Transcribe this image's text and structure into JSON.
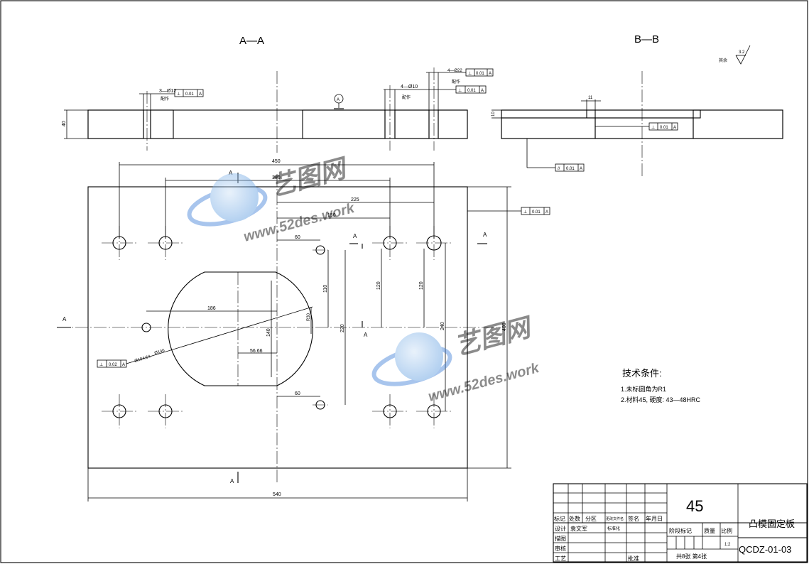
{
  "views": {
    "section_aa": "A—A",
    "section_bb": "B—B",
    "section_marker": "A"
  },
  "roughness": {
    "label": "其余",
    "value": "3.2"
  },
  "callouts": {
    "holes_12": "3—Ø12",
    "holes_10": "4—Ø10",
    "holes_top": "4—Ø22",
    "mate_note": "配作",
    "datum_a": "A",
    "perp_001": "0.01",
    "perp_002": "0.02",
    "par_001": "0.01",
    "arc_note": "Ø104.54",
    "arc_note2": "Ø146"
  },
  "dims": {
    "h40": "40",
    "h10": "10",
    "w11": "11",
    "w450": "450",
    "w380": "380",
    "w225": "225",
    "w150": "150",
    "w60a": "60",
    "w60b": "60",
    "v110": "110",
    "v120a": "120",
    "v120b": "120",
    "v220": "220",
    "v240": "240",
    "v400": "400",
    "v140": "140",
    "r186": "186",
    "r56": "56.66",
    "r30": "R30",
    "w540": "540"
  },
  "tech": {
    "title": "技术条件:",
    "line1": "1.未标圆角为R1",
    "line2": "2.材料45, 硬度: 43—48HRC"
  },
  "watermark": {
    "brand": "艺图网",
    "url": "www.52des.work"
  },
  "title_block": {
    "material": "45",
    "part_name": "凸模固定板",
    "drawing_no": "QCDZ-01-03",
    "mark": "标记",
    "count": "处数",
    "zone": "分区",
    "change_doc": "更改文件名",
    "signature": "签名",
    "date": "年月日",
    "design": "设计",
    "designer": "袁文军",
    "standard": "标准化",
    "stage_mark": "阶段标记",
    "weight": "质量",
    "scale_label": "比例",
    "scale": "1:2",
    "draft": "描图",
    "review": "审核",
    "process": "工艺",
    "approve": "批准",
    "sheets": "共8张 第4张"
  }
}
